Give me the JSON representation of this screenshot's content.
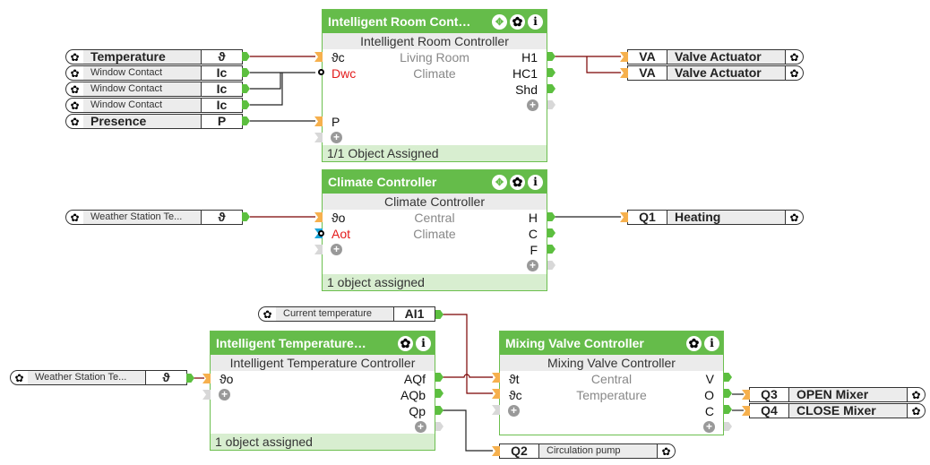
{
  "blocks": {
    "irc": {
      "title": "Intelligent  Room  Cont…",
      "subtitle": "Intelligent Room Controller",
      "inputs": [
        "ϑc",
        "Dwc",
        "P"
      ],
      "mid": [
        "Living Room",
        "Climate"
      ],
      "outputs": [
        "H1",
        "HC1",
        "Shd"
      ],
      "footer": "1/1 Object Assigned",
      "icons": [
        "move-icon",
        "gear-icon",
        "info-icon"
      ]
    },
    "cc": {
      "title": "Climate Controller",
      "subtitle": "Climate Controller",
      "inputs": [
        "ϑo",
        "Aot"
      ],
      "mid": [
        "Central",
        "Climate"
      ],
      "outputs": [
        "H",
        "C",
        "F"
      ],
      "footer": "1 object assigned",
      "icons": [
        "move-icon",
        "gear-icon",
        "info-icon"
      ]
    },
    "itc": {
      "title": "Intelligent  Temperature…",
      "subtitle": "Intelligent Temperature Controller",
      "inputs": [
        "ϑo"
      ],
      "outputs": [
        "AQf",
        "AQb",
        "Qp"
      ],
      "footer": "1 object assigned",
      "icons": [
        "gear-icon",
        "info-icon"
      ]
    },
    "mvc": {
      "title": "Mixing Valve Controller",
      "subtitle": "Mixing Valve Controller",
      "inputs": [
        "ϑt",
        "ϑc"
      ],
      "mid": [
        "Central",
        "Temperature"
      ],
      "outputs": [
        "V",
        "O",
        "C"
      ],
      "icons": [
        "gear-icon",
        "info-icon"
      ]
    }
  },
  "inputs_objects": [
    {
      "name": "Temperature",
      "code": "ϑ"
    },
    {
      "name": "Window Contact",
      "code": "Ic"
    },
    {
      "name": "Window Contact",
      "code": "Ic"
    },
    {
      "name": "Window Contact",
      "code": "Ic"
    },
    {
      "name": "Presence",
      "code": "P"
    },
    {
      "name": "Weather Station Te...",
      "code": "ϑ"
    },
    {
      "name": "Current temperature",
      "code": "AI1"
    },
    {
      "name": "Weather Station Te...",
      "code": "ϑ"
    }
  ],
  "output_objects": [
    {
      "code": "VA",
      "name": "Valve Actuator"
    },
    {
      "code": "VA",
      "name": "Valve Actuator"
    },
    {
      "code": "Q1",
      "name": "Heating"
    },
    {
      "code": "Q2",
      "name": "Circulation pump"
    },
    {
      "code": "Q3",
      "name": "OPEN Mixer"
    },
    {
      "code": "Q4",
      "name": "CLOSE Mixer"
    }
  ],
  "glyphs": {
    "gear": "✿",
    "plus": "+",
    "move": "✥",
    "info": "i"
  },
  "colors": {
    "block_border": "#6cbf4f",
    "header": "#65bc4a",
    "footer": "#d8eed0",
    "wire_analog": "#7a0000",
    "wire_digital": "#222222",
    "input_pin": "#f6b04d",
    "output_pin": "#5cbf3f",
    "negated_label": "#e31b1b"
  }
}
